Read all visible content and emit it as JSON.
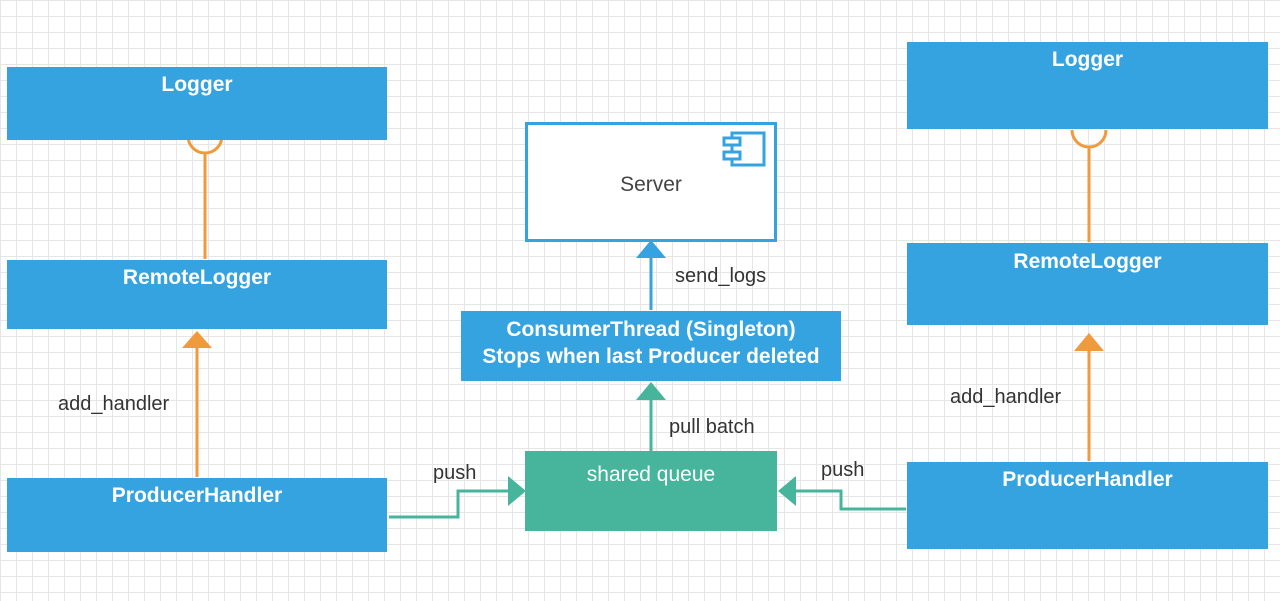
{
  "colors": {
    "component_blue": "#36a3e1",
    "queue_green": "#46b59b",
    "dependency_orange": "#ef9a3b",
    "connector_teal": "#46b59b",
    "label_text": "#333333"
  },
  "left": {
    "logger": "Logger",
    "remote_logger": "RemoteLogger",
    "producer_handler": "ProducerHandler",
    "add_handler_label": "add_handler"
  },
  "right": {
    "logger": "Logger",
    "remote_logger": "RemoteLogger",
    "producer_handler": "ProducerHandler",
    "add_handler_label": "add_handler"
  },
  "center": {
    "server": "Server",
    "server_icon": "component-icon",
    "send_logs_label": "send_logs",
    "consumer_line1": "ConsumerThread (Singleton)",
    "consumer_line2": "Stops when last Producer deleted",
    "pull_batch_label": "pull batch",
    "queue": "shared queue",
    "push_left_label": "push",
    "push_right_label": "push"
  }
}
